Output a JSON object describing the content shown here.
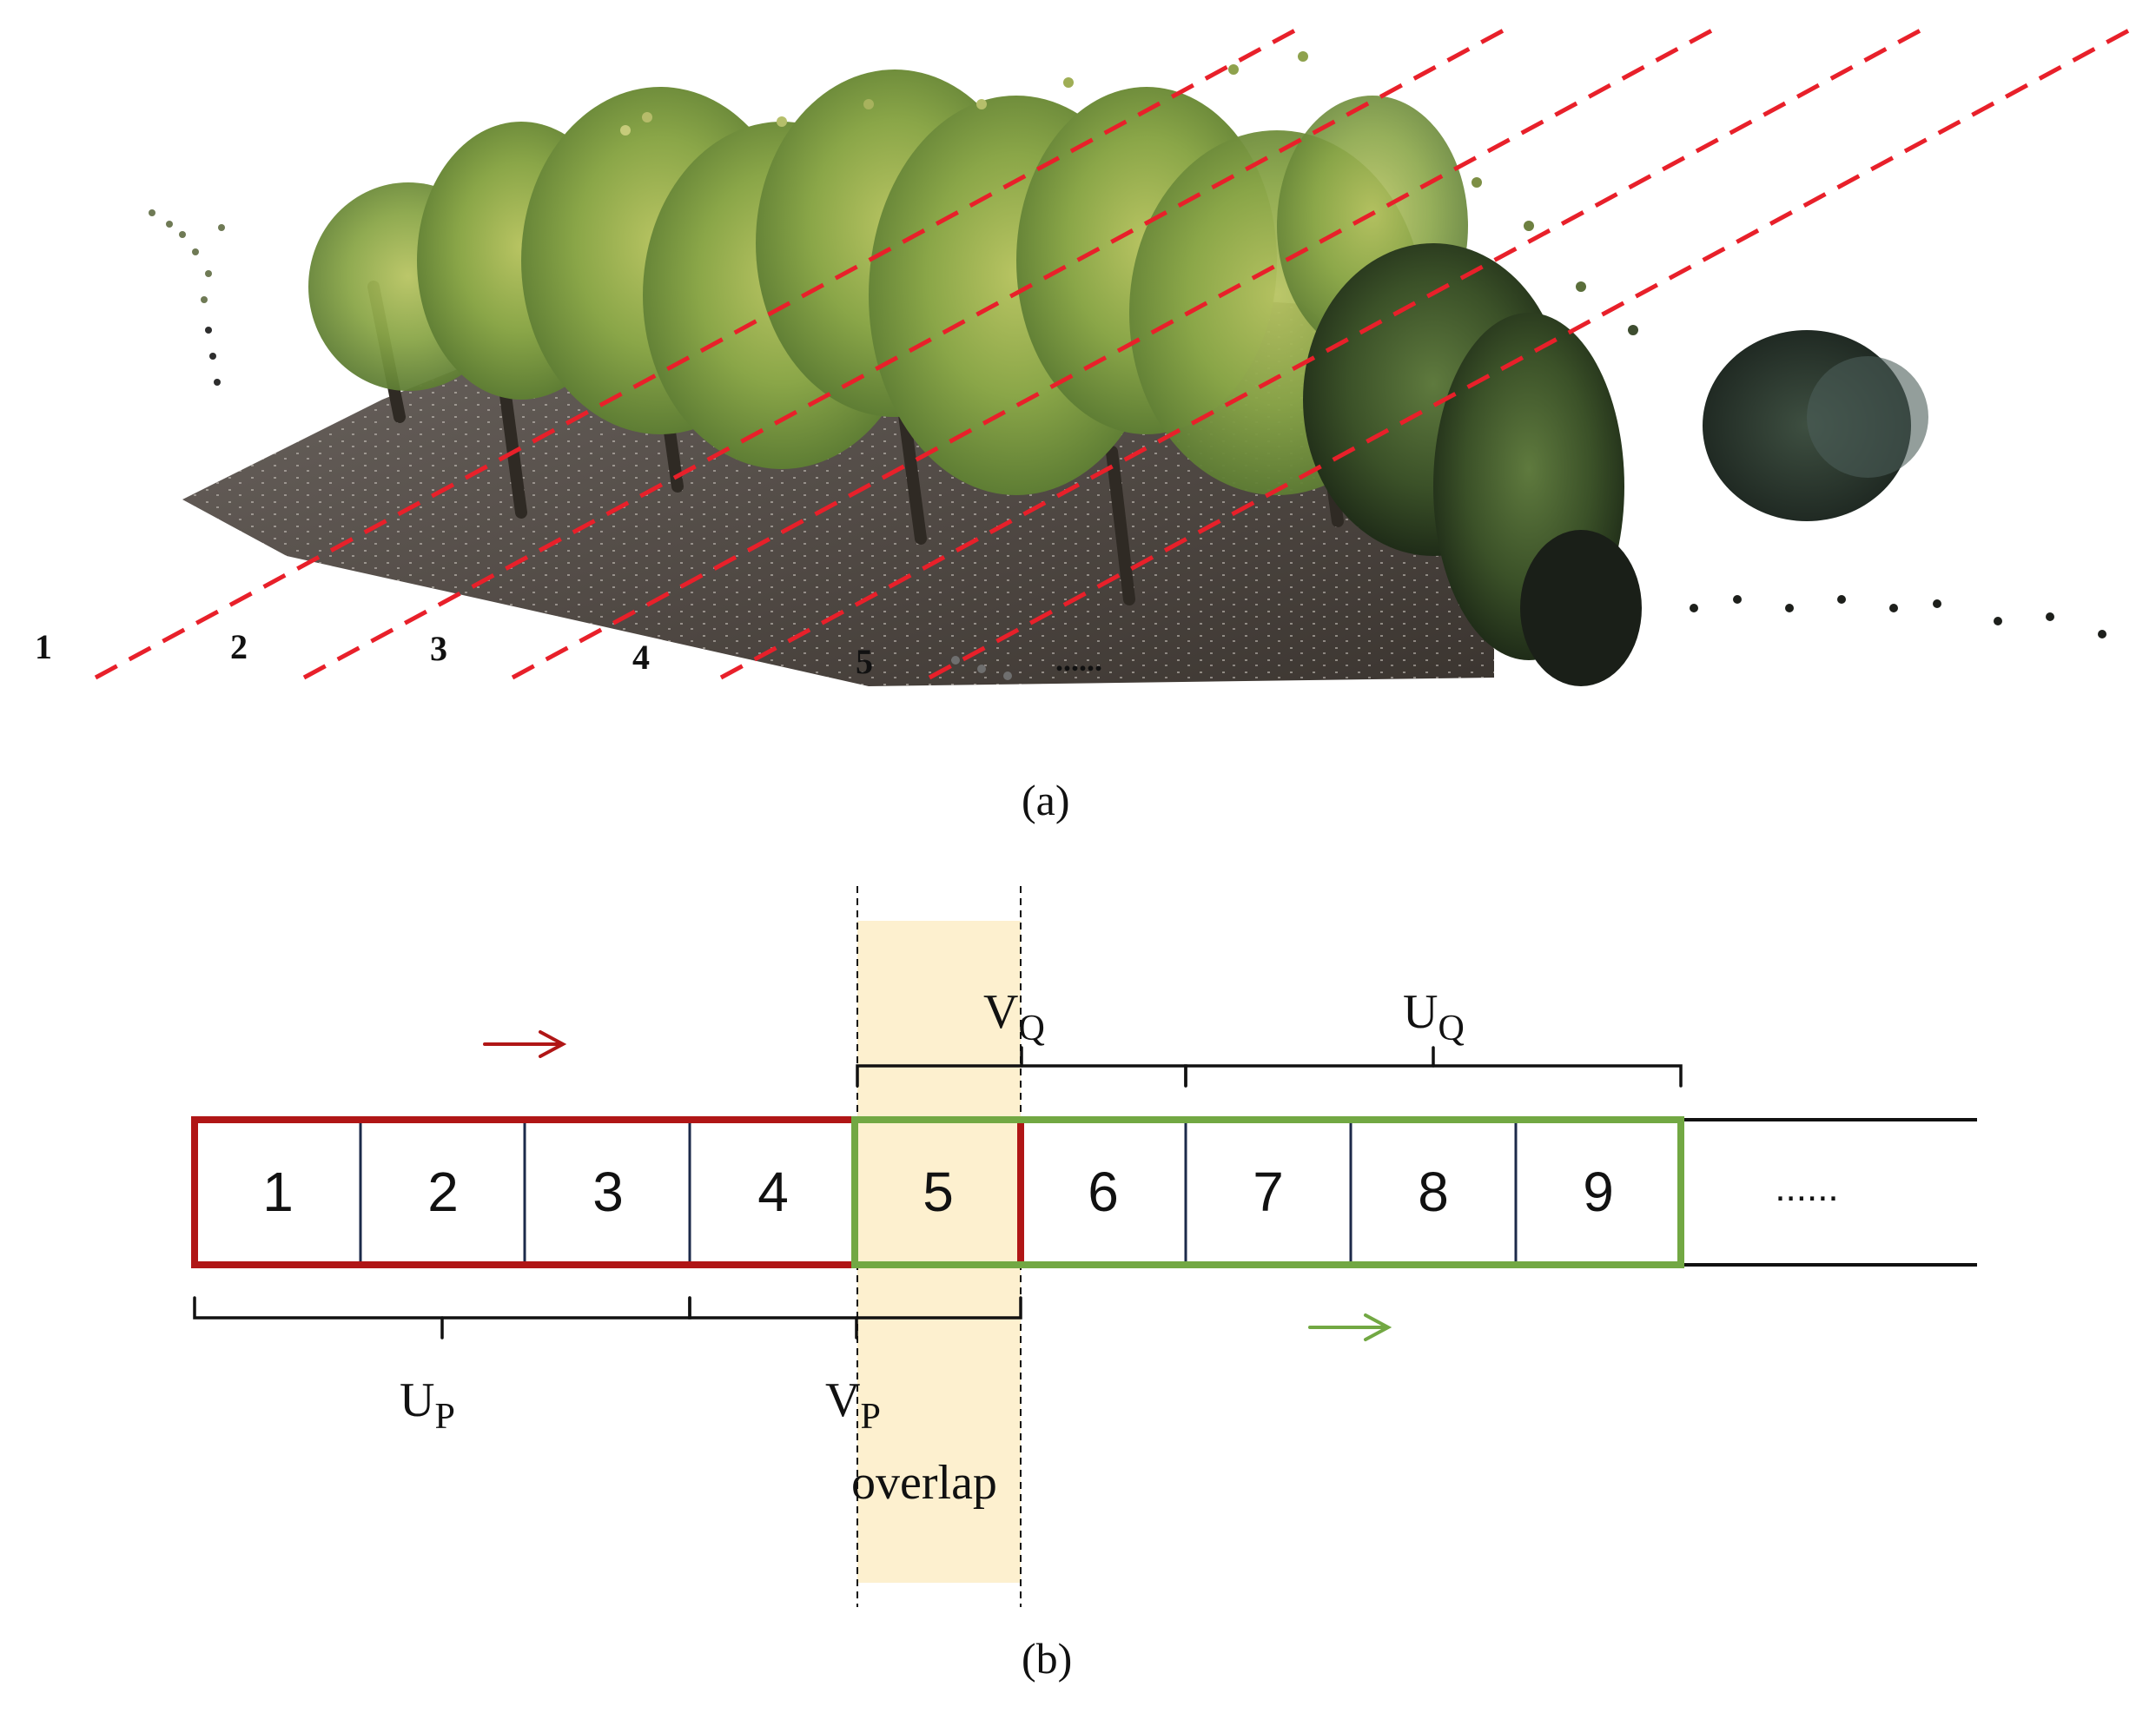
{
  "panel_a": {
    "caption": "(a)",
    "row_labels": [
      "1",
      "2",
      "3",
      "4",
      "5",
      "......"
    ]
  },
  "panel_b": {
    "caption": "(b)",
    "cells": [
      "1",
      "2",
      "3",
      "4",
      "5",
      "6",
      "7",
      "8",
      "9"
    ],
    "ellipsis": "......",
    "labels": {
      "u": "U",
      "v": "V",
      "sub_p": "P",
      "sub_q": "Q",
      "overlap": "overlap"
    }
  },
  "colors": {
    "red_window": "#b01616",
    "green_window": "#72a843",
    "overlap_fill": "#fdf0cf",
    "cut_line": "#e8202a",
    "cell_divider": "#1c2a4a"
  },
  "icons": {
    "red_arrow": "right-arrow-icon",
    "green_arrow": "right-arrow-icon"
  }
}
